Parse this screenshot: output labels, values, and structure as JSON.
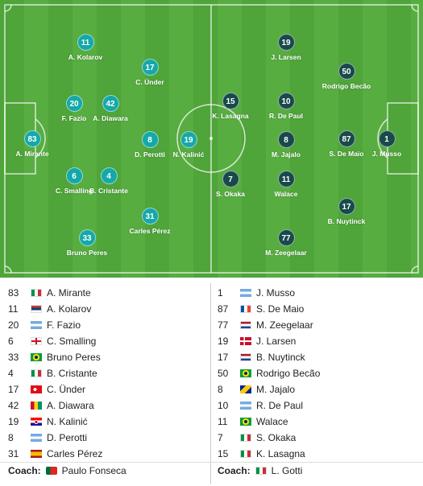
{
  "pitch": {
    "home_players": [
      {
        "number": "83",
        "name": "A. Mirante"
      },
      {
        "number": "11",
        "name": "A. Kolarov"
      },
      {
        "number": "20",
        "name": "F. Fazio"
      },
      {
        "number": "42",
        "name": "A. Diawara"
      },
      {
        "number": "6",
        "name": "C. Smalling"
      },
      {
        "number": "4",
        "name": "B. Cristante"
      },
      {
        "number": "33",
        "name": "Bruno Peres"
      },
      {
        "number": "17",
        "name": "C. Ünder"
      },
      {
        "number": "8",
        "name": "D. Perotti"
      },
      {
        "number": "31",
        "name": "Carles Pérez"
      },
      {
        "number": "19",
        "name": "N. Kalinić"
      }
    ],
    "away_players": [
      {
        "number": "1",
        "name": "J. Musso"
      },
      {
        "number": "87",
        "name": "S. De Maio"
      },
      {
        "number": "50",
        "name": "Rodrigo Becão"
      },
      {
        "number": "17",
        "name": "B. Nuytinck"
      },
      {
        "number": "19",
        "name": "J. Larsen"
      },
      {
        "number": "10",
        "name": "R. De Paul"
      },
      {
        "number": "8",
        "name": "M. Jajalo"
      },
      {
        "number": "11",
        "name": "Walace"
      },
      {
        "number": "77",
        "name": "M. Zeegelaar"
      },
      {
        "number": "15",
        "name": "K. Lasagna"
      },
      {
        "number": "7",
        "name": "S. Okaka"
      }
    ]
  },
  "lineups": {
    "home": [
      {
        "number": "83",
        "flag": "italy",
        "name": "A. Mirante"
      },
      {
        "number": "11",
        "flag": "serbia",
        "name": "A. Kolarov"
      },
      {
        "number": "20",
        "flag": "argentina",
        "name": "F. Fazio"
      },
      {
        "number": "6",
        "flag": "england",
        "name": "C. Smalling"
      },
      {
        "number": "33",
        "flag": "brazil",
        "name": "Bruno Peres"
      },
      {
        "number": "4",
        "flag": "italy",
        "name": "B. Cristante"
      },
      {
        "number": "17",
        "flag": "turkey",
        "name": "C. Ünder"
      },
      {
        "number": "42",
        "flag": "guinea",
        "name": "A. Diawara"
      },
      {
        "number": "19",
        "flag": "croatia",
        "name": "N. Kalinić"
      },
      {
        "number": "8",
        "flag": "argentina",
        "name": "D. Perotti"
      },
      {
        "number": "31",
        "flag": "spain",
        "name": "Carles Pérez"
      }
    ],
    "away": [
      {
        "number": "1",
        "flag": "argentina",
        "name": "J. Musso"
      },
      {
        "number": "87",
        "flag": "france",
        "name": "S. De Maio"
      },
      {
        "number": "77",
        "flag": "netherlands",
        "name": "M. Zeegelaar"
      },
      {
        "number": "19",
        "flag": "denmark",
        "name": "J. Larsen"
      },
      {
        "number": "17",
        "flag": "netherlands",
        "name": "B. Nuytinck"
      },
      {
        "number": "50",
        "flag": "brazil",
        "name": "Rodrigo Becão"
      },
      {
        "number": "8",
        "flag": "bosnia",
        "name": "M. Jajalo"
      },
      {
        "number": "10",
        "flag": "argentina",
        "name": "R. De Paul"
      },
      {
        "number": "11",
        "flag": "brazil",
        "name": "Walace"
      },
      {
        "number": "7",
        "flag": "italy",
        "name": "S. Okaka"
      },
      {
        "number": "15",
        "flag": "italy",
        "name": "K. Lasagna"
      }
    ],
    "coach_label": "Coach:",
    "home_coach": {
      "flag": "portugal",
      "name": "Paulo Fonseca"
    },
    "away_coach": {
      "flag": "italy",
      "name": "L. Gotti"
    }
  },
  "colors": {
    "home_circle": "#16a8a8",
    "away_circle": "#184a4a",
    "pitch_green": "#4fa43a"
  }
}
